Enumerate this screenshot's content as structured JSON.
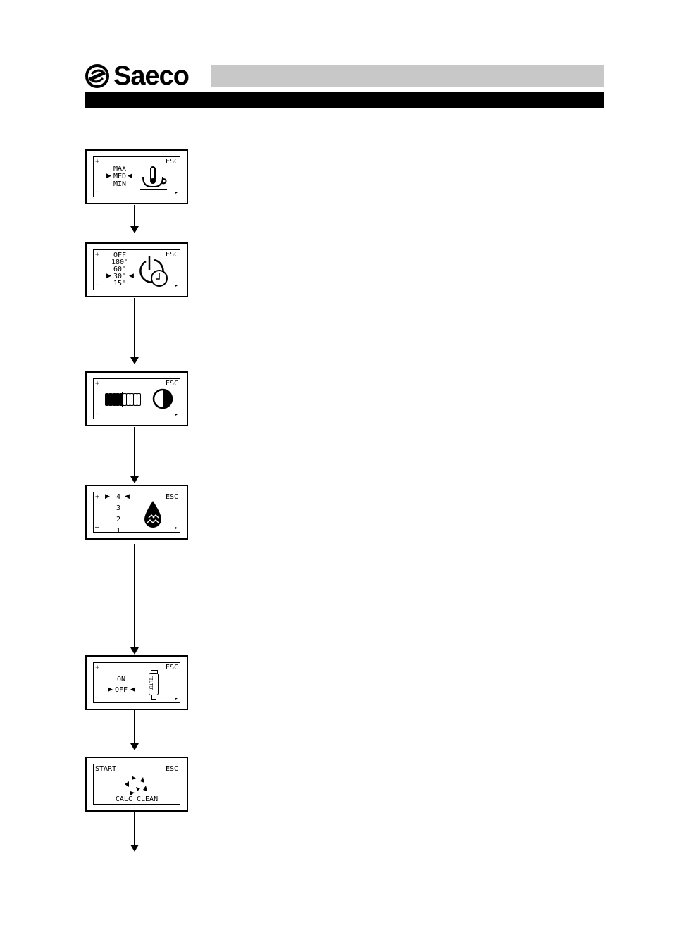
{
  "header": {
    "brand": "Saeco",
    "brand_icon": "saeco-s-logo-icon"
  },
  "panels": [
    {
      "id": "temperature",
      "icon": "cup-thermometer-icon",
      "corner_top_left": "+",
      "corner_top_right": "ESC",
      "corner_bottom_left": "–",
      "corner_bottom_right": "▸",
      "options": [
        "MAX",
        "MED",
        "MIN"
      ],
      "selected": "MED"
    },
    {
      "id": "standby",
      "icon": "power-clock-icon",
      "corner_top_left": "+",
      "corner_top_right": "ESC",
      "corner_bottom_left": "–",
      "corner_bottom_right": "▸",
      "options": [
        "OFF",
        "180'",
        "60'",
        "30'",
        "15'"
      ],
      "selected": "30'"
    },
    {
      "id": "contrast",
      "icon": "contrast-icon",
      "corner_top_left": "+",
      "corner_top_right": "ESC",
      "corner_bottom_left": "–",
      "corner_bottom_right": "▸",
      "contrast_level": 0.5
    },
    {
      "id": "water-hardness",
      "icon": "water-drop-icon",
      "corner_top_left": "+",
      "corner_top_right": "ESC",
      "corner_bottom_left": "–",
      "corner_bottom_right": "▸",
      "options": [
        "4",
        "3",
        "2",
        "1"
      ],
      "selected": "4"
    },
    {
      "id": "filter",
      "icon": "water-filter-icon",
      "icon_text": "FILTER",
      "corner_top_left": "+",
      "corner_top_right": "ESC",
      "corner_bottom_left": "–",
      "corner_bottom_right": "▸",
      "options": [
        "ON",
        "OFF"
      ],
      "selected": "OFF"
    },
    {
      "id": "descaling",
      "icon": "descaling-arrows-icon",
      "corner_top_left": "START",
      "corner_top_right": "ESC",
      "caption": "CALC CLEAN"
    }
  ]
}
